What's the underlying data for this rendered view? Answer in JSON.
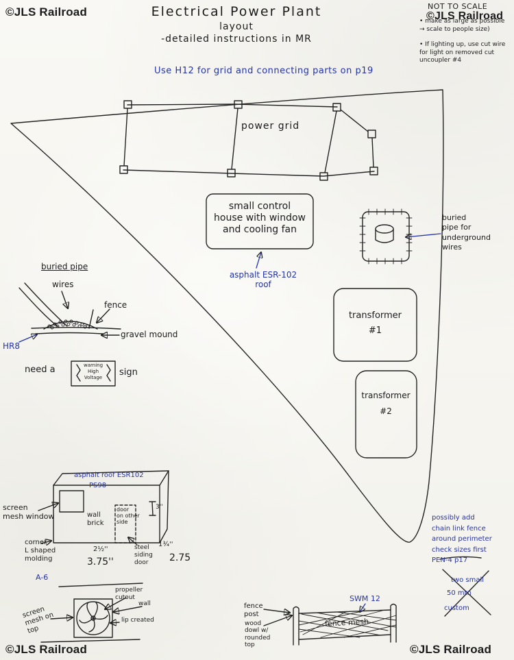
{
  "watermarks": {
    "top_left": "©JLS Railroad",
    "top_right": "©JLS Railroad",
    "bottom_left": "©JLS Railroad",
    "bottom_right": "©JLS Railroad",
    "not_to_scale": "NOT TO SCALE"
  },
  "title": {
    "line1": "Electrical Power Plant",
    "line2": "layout",
    "line3": "-detailed instructions in MR"
  },
  "top_notes": {
    "bullet1": "• make as large as possible → scale to people size)",
    "bullet2": "• If lighting up, use cut wire for light on removed cut uncoupler #4"
  },
  "blue_top_note": "Use H12 for grid and connecting parts on p19",
  "plant": {
    "power_grid": "power grid",
    "control_house": "small control\nhouse with window\nand cooling fan",
    "asphalt_roof": "asphalt ESR-102\nroof",
    "buried_pipe_note": "buried\npipe for\nunderground\nwires",
    "transformer1": "transformer\n#1",
    "transformer2": "transformer\n#2"
  },
  "pipe_detail": {
    "title": "buried pipe",
    "wires": "wires",
    "fence": "fence",
    "gravel_mound": "gravel mound",
    "part": "HR8"
  },
  "warning": {
    "need_a": "need a",
    "sign_text": "warning\nHigh\nVoltage",
    "sign": "sign"
  },
  "house": {
    "roof": "asphalt roof   ESR102",
    "part": "PS98",
    "screen_mesh_window": "screen\nmesh window",
    "wall_brick": "wall\nbrick",
    "door_other_side": "door\non other\nside",
    "dim_3": "3''",
    "steel_siding_door": "steel\nsiding\ndoor",
    "dim_2half": "2½''",
    "dim_375": "3.75''",
    "dim_134": "1¾''",
    "dim_275": "2.75",
    "corner_molding": "corner\nL shaped\nmolding",
    "part2": "A-6"
  },
  "fan": {
    "propeller_cutout": "propeller\ncutout",
    "wall": "wall",
    "lip_created": "lip created",
    "screen_mesh_top": "screen\nmesh on\ntop"
  },
  "fence": {
    "fence_post": "fence\npost",
    "wood_dowel": "wood\ndowl w/\nrounded\ntop",
    "part": "SWM 12",
    "fence_mesh": "fence mesh"
  },
  "blue_notes": {
    "note": "possibly add\nchain link fence\naround perimeter\ncheck sizes first\nPEN-4 p17",
    "crossed1": "two small",
    "crossed2": "50 mtn",
    "crossed3": "custom"
  },
  "colors": {
    "ink": "#222222",
    "blue_ink": "#2433a8",
    "paper": "#f8f7f3"
  }
}
